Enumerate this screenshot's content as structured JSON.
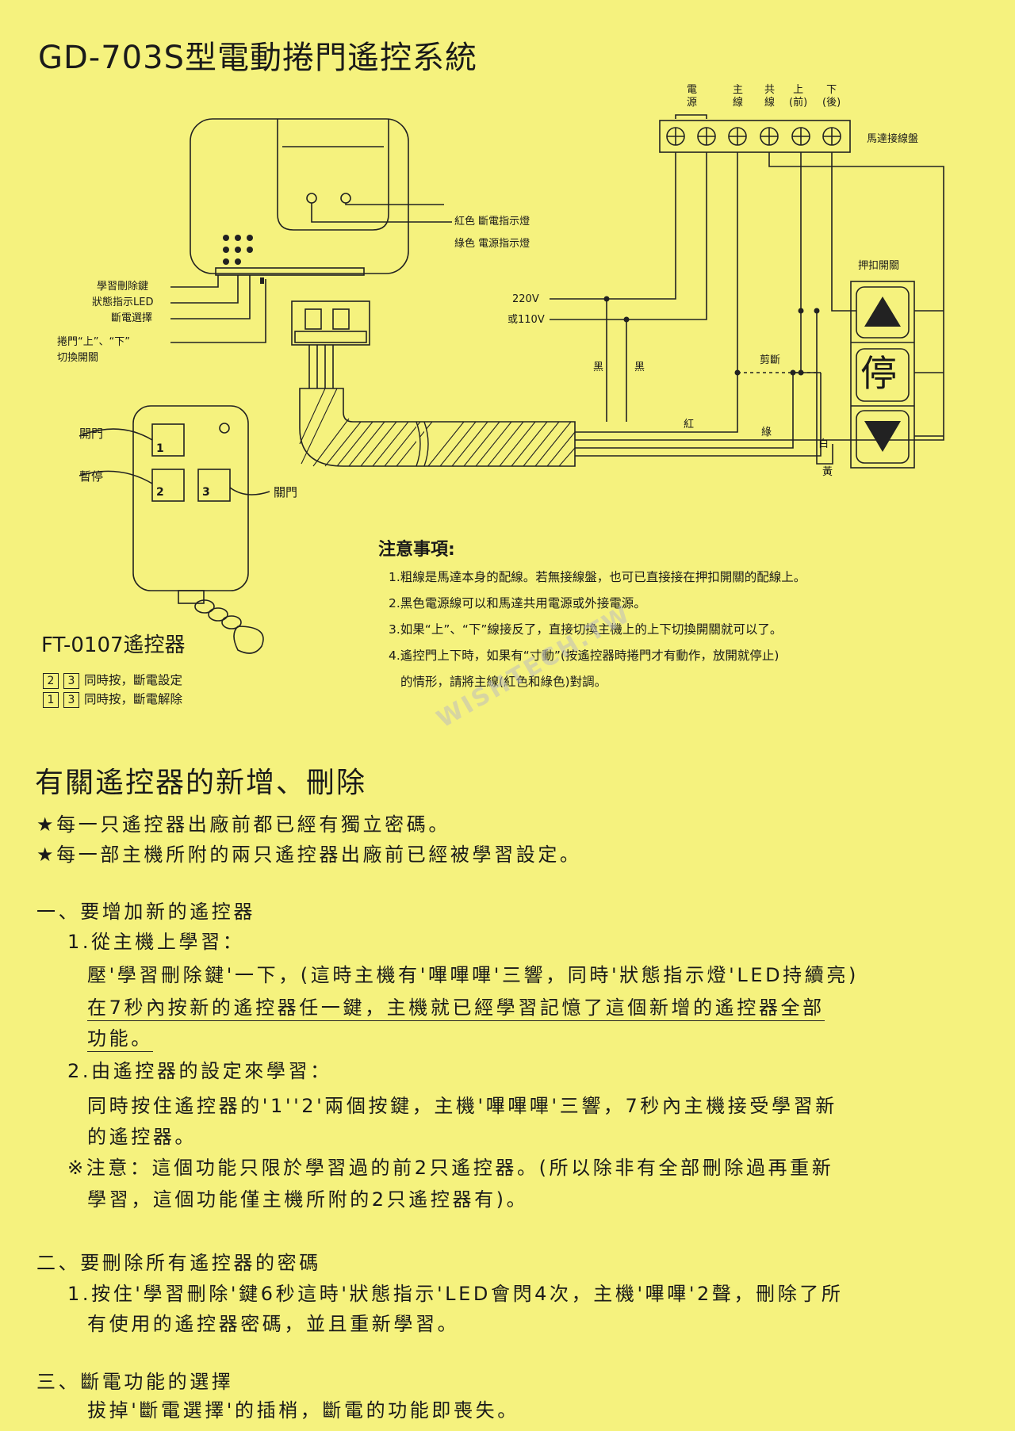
{
  "title": "GD-703S型電動捲門遙控系統",
  "diagram": {
    "terminal_labels": [
      "電\n源",
      "主\n線",
      "共\n線",
      "上\n(前)",
      "下\n(後)"
    ],
    "motor_terminal_label": "馬達接線盤",
    "led_red": "紅色 斷電指示燈",
    "led_green": "綠色 電源指示燈",
    "left_labels": [
      "學習刪除鍵",
      "狀態指示LED",
      "斷電選擇",
      "捲門“上”、“下”",
      "切換開關"
    ],
    "power_220": "220V",
    "power_110": "或110V",
    "wire_black1": "黑",
    "wire_black2": "黑",
    "wire_red": "紅",
    "wire_green": "綠",
    "wire_white": "白",
    "wire_yellow": "黃",
    "cut_label": "剪斷",
    "switch_label": "押扣開關",
    "stop_char": "停",
    "remote_open": "開門",
    "remote_pause": "暫停",
    "remote_close": "關門",
    "key1": "1",
    "key2": "2",
    "key3": "3"
  },
  "notes": {
    "title": "注意事項:",
    "items": [
      "1.粗線是馬達本身的配線。若無接線盤，也可已直接接在押扣開關的配線上。",
      "2.黑色電源線可以和馬達共用電源或外接電源。",
      "3.如果“上”、“下”線接反了，直接切換主機上的上下切換開關就可以了。",
      "4.遙控門上下時，如果有“寸動”(按遙控器時捲門才有動作，放開就停止)",
      "的情形，請將主線(紅色和綠色)對調。"
    ]
  },
  "remote": {
    "model": "FT-0107遙控器",
    "combos": [
      {
        "k1": "2",
        "k2": "3",
        "text": "同時按，斷電設定"
      },
      {
        "k1": "1",
        "k2": "3",
        "text": "同時按，斷電解除"
      }
    ]
  },
  "watermark": "WISHTECH.TW",
  "section": {
    "title": "有關遙控器的新增、刪除",
    "star1": "★每一只遙控器出廠前都已經有獨立密碼。",
    "star2": "★每一部主機所附的兩只遙控器出廠前已經被學習設定。",
    "h1": "一、要增加新的遙控器",
    "h1_1": "1.從主機上學習：",
    "p1_a": "壓'學習刪除鍵'一下，(這時主機有'嗶嗶嗶'三響，同時'狀態指示燈'LED持續亮)",
    "p1_b": "在7秒內按新的遙控器任一鍵，主機就已經學習記憶了這個新增的遙控器全部",
    "p1_c": "功能。",
    "h1_2": "2.由遙控器的設定來學習：",
    "p2_a": "同時按住遙控器的'1''2'兩個按鍵，主機'嗶嗶嗶'三響，7秒內主機接受學習新",
    "p2_b": "的遙控器。",
    "p3_a": "※注意：這個功能只限於學習過的前2只遙控器。(所以除非有全部刪除過再重新",
    "p3_b": "學習，這個功能僅主機所附的2只遙控器有)。",
    "h2": "二、要刪除所有遙控器的密碼",
    "p4_a": "1.按住'學習刪除'鍵6秒這時'狀態指示'LED會閃4次，主機'嗶嗶'2聲，刪除了所",
    "p4_b": "有使用的遙控器密碼，並且重新學習。",
    "h3": "三、斷電功能的選擇",
    "p5": "拔掉'斷電選擇'的插梢，斷電的功能即喪失。"
  }
}
